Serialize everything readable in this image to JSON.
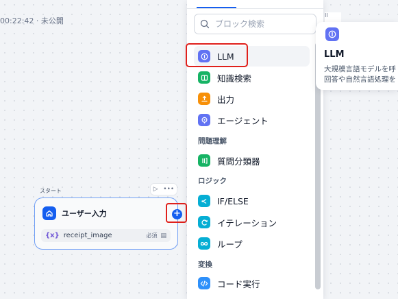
{
  "header": {
    "status_text": "00:22:42 · 未公開"
  },
  "start_node": {
    "section_label": "スタート",
    "title": "ユーザー入力",
    "variable": {
      "symbol": "{x}",
      "name": "receipt_image",
      "required_label": "必須"
    }
  },
  "panel": {
    "search_placeholder": "ブロック検索",
    "items_top": [
      {
        "label": "LLM",
        "icon": "llm-icon",
        "color": "#6172f3"
      },
      {
        "label": "知識検索",
        "icon": "book-icon",
        "color": "#16b364"
      },
      {
        "label": "出力",
        "icon": "output-icon",
        "color": "#f79009"
      },
      {
        "label": "エージェント",
        "icon": "agent-icon",
        "color": "#6172f3"
      }
    ],
    "section_understanding": "問題理解",
    "items_understanding": [
      {
        "label": "質問分類器",
        "icon": "classifier-icon",
        "color": "#16b364"
      }
    ],
    "section_logic": "ロジック",
    "items_logic": [
      {
        "label": "IF/ELSE",
        "icon": "branch-icon",
        "color": "#06aed4"
      },
      {
        "label": "イテレーション",
        "icon": "iteration-icon",
        "color": "#06aed4"
      },
      {
        "label": "ループ",
        "icon": "loop-icon",
        "color": "#06aed4"
      }
    ],
    "section_transform": "変換",
    "items_transform": [
      {
        "label": "コード実行",
        "icon": "code-icon",
        "color": "#2e90fa"
      }
    ]
  },
  "preview": {
    "title": "LLM",
    "description_line1": "大規模言語モデルを呼",
    "description_line2": "回答や自然言語処理を"
  }
}
